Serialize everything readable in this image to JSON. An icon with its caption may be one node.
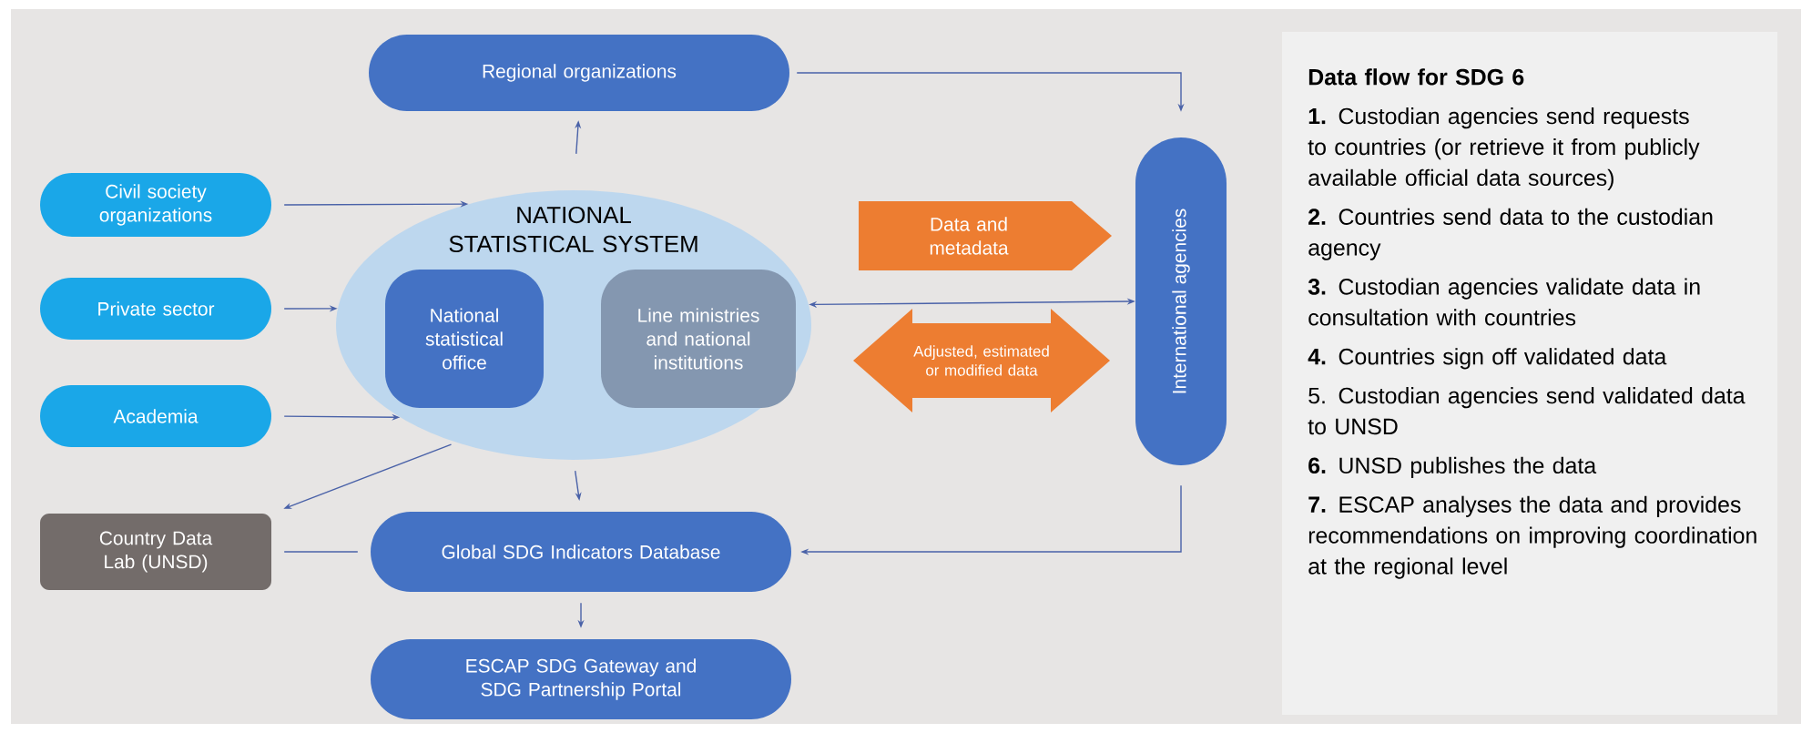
{
  "diagram": {
    "nodes": [
      {
        "text": [
          "Regional organizations"
        ]
      },
      {
        "text": [
          "Civil society organizations"
        ]
      },
      {
        "text": [
          "Private sector"
        ]
      },
      {
        "text": [
          "Academia"
        ]
      },
      {
        "text": [
          "Country Data Lab (UNSD)"
        ]
      },
      {
        "text": [
          "NATIONAL STATISTICAL SYSTEM"
        ]
      },
      {
        "text": [
          "National statistical office"
        ],
        "in": 5
      },
      {
        "text": [
          "Line ministries and national institutions"
        ],
        "in": 5
      },
      {
        "text": [
          "Global SDG Indicators Database"
        ]
      },
      {
        "text": [
          "ESCAP SDG Gateway and SDG Partnership Portal"
        ]
      },
      {
        "text": [
          "Data and metadata"
        ]
      },
      {
        "text": [
          "Adjusted, estimated or modified data"
        ]
      },
      {
        "text": [
          "International agencies"
        ]
      },
      {
        "text": [
          "Data flow for SDG 6",
          "**1.** Custodian agencies send requests to countries (or retrieve it from publicly available official data sources)",
          "**2.** Countries send data to the custodian agency",
          "**3.** Custodian agencies validate data in consultation with countries",
          "**4.** Countries sign off validated data",
          "5. Custodian agencies send validated data to UNSD",
          "**6.** UNSD publishes the data",
          "**7.** ESCAP analyses the data and provides recommendations on improving coordination at the regional level"
        ]
      }
    ],
    "edges": [
      {
        "from": 5,
        "to": 0,
        "arrow": "to"
      },
      {
        "from": 1,
        "to": 5,
        "arrow": "to"
      },
      {
        "from": 2,
        "to": 5,
        "arrow": "to"
      },
      {
        "from": 3,
        "to": 5,
        "arrow": "to"
      },
      {
        "from": 5,
        "to": 4,
        "arrow": "to"
      },
      {
        "from": 4,
        "to": 8,
        "arrow": "none"
      },
      {
        "from": 5,
        "to": 8,
        "arrow": "to"
      },
      {
        "from": 8,
        "to": 9,
        "arrow": "to"
      },
      {
        "from": 0,
        "to": 12,
        "arrow": "to"
      },
      {
        "from": 12,
        "to": 8,
        "arrow": "to"
      },
      {
        "from": 5,
        "to": 12,
        "arrow": "both"
      }
    ]
  }
}
